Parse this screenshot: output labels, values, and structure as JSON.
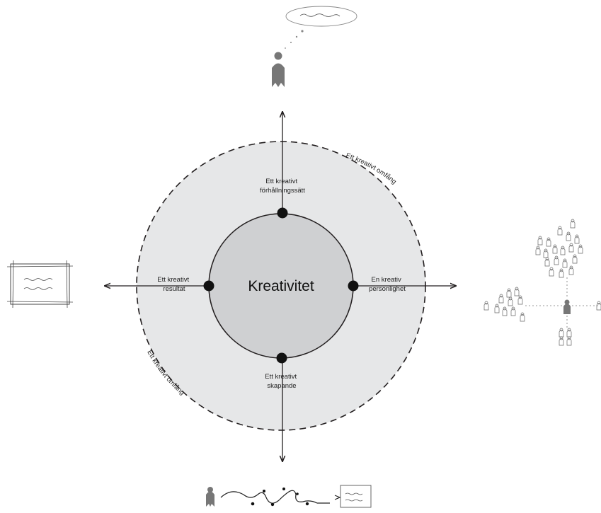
{
  "center": {
    "title": "Kreativitet"
  },
  "labels": {
    "top": [
      "Ett kreativt",
      "förhållningssätt"
    ],
    "left": [
      "Ett kreativt",
      "resultat"
    ],
    "right": [
      "En kreativ",
      "personlighet"
    ],
    "bottom": [
      "Ett kreativt",
      "skapande"
    ]
  },
  "ring_label_top_right": "Ett kreativt omfång",
  "ring_label_bottom_left": "Ett kreativt omfång",
  "colors": {
    "outer_fill": "#e6e7e8",
    "inner_fill": "#cfd0d2",
    "stroke": "#231f20"
  }
}
